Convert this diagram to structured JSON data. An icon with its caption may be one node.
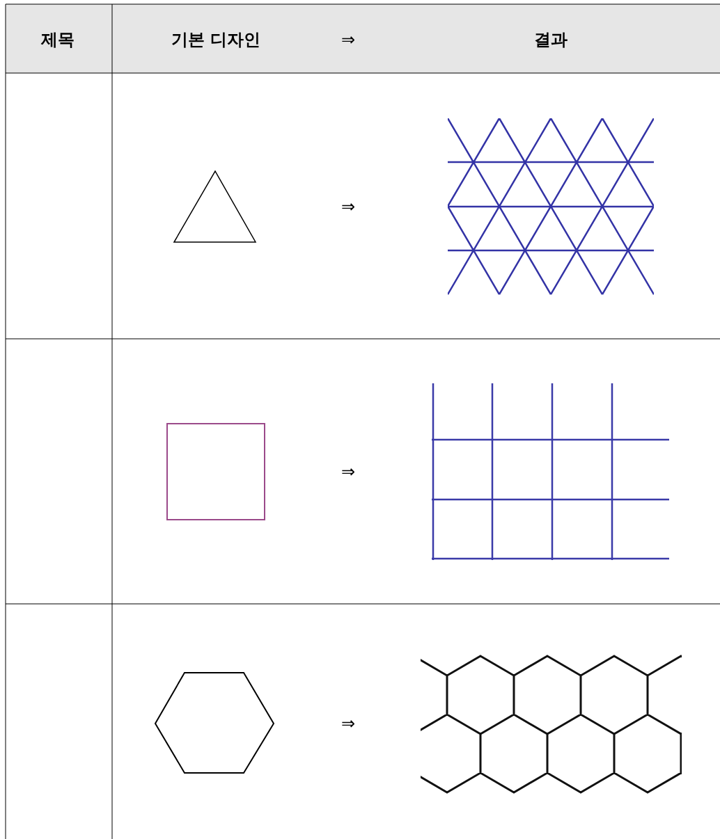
{
  "diagram": {
    "labels": [
      "제목",
      "기본 디자인",
      "⇒",
      "결과",
      "⇒",
      "⇒",
      "⇒"
    ]
  }
}
